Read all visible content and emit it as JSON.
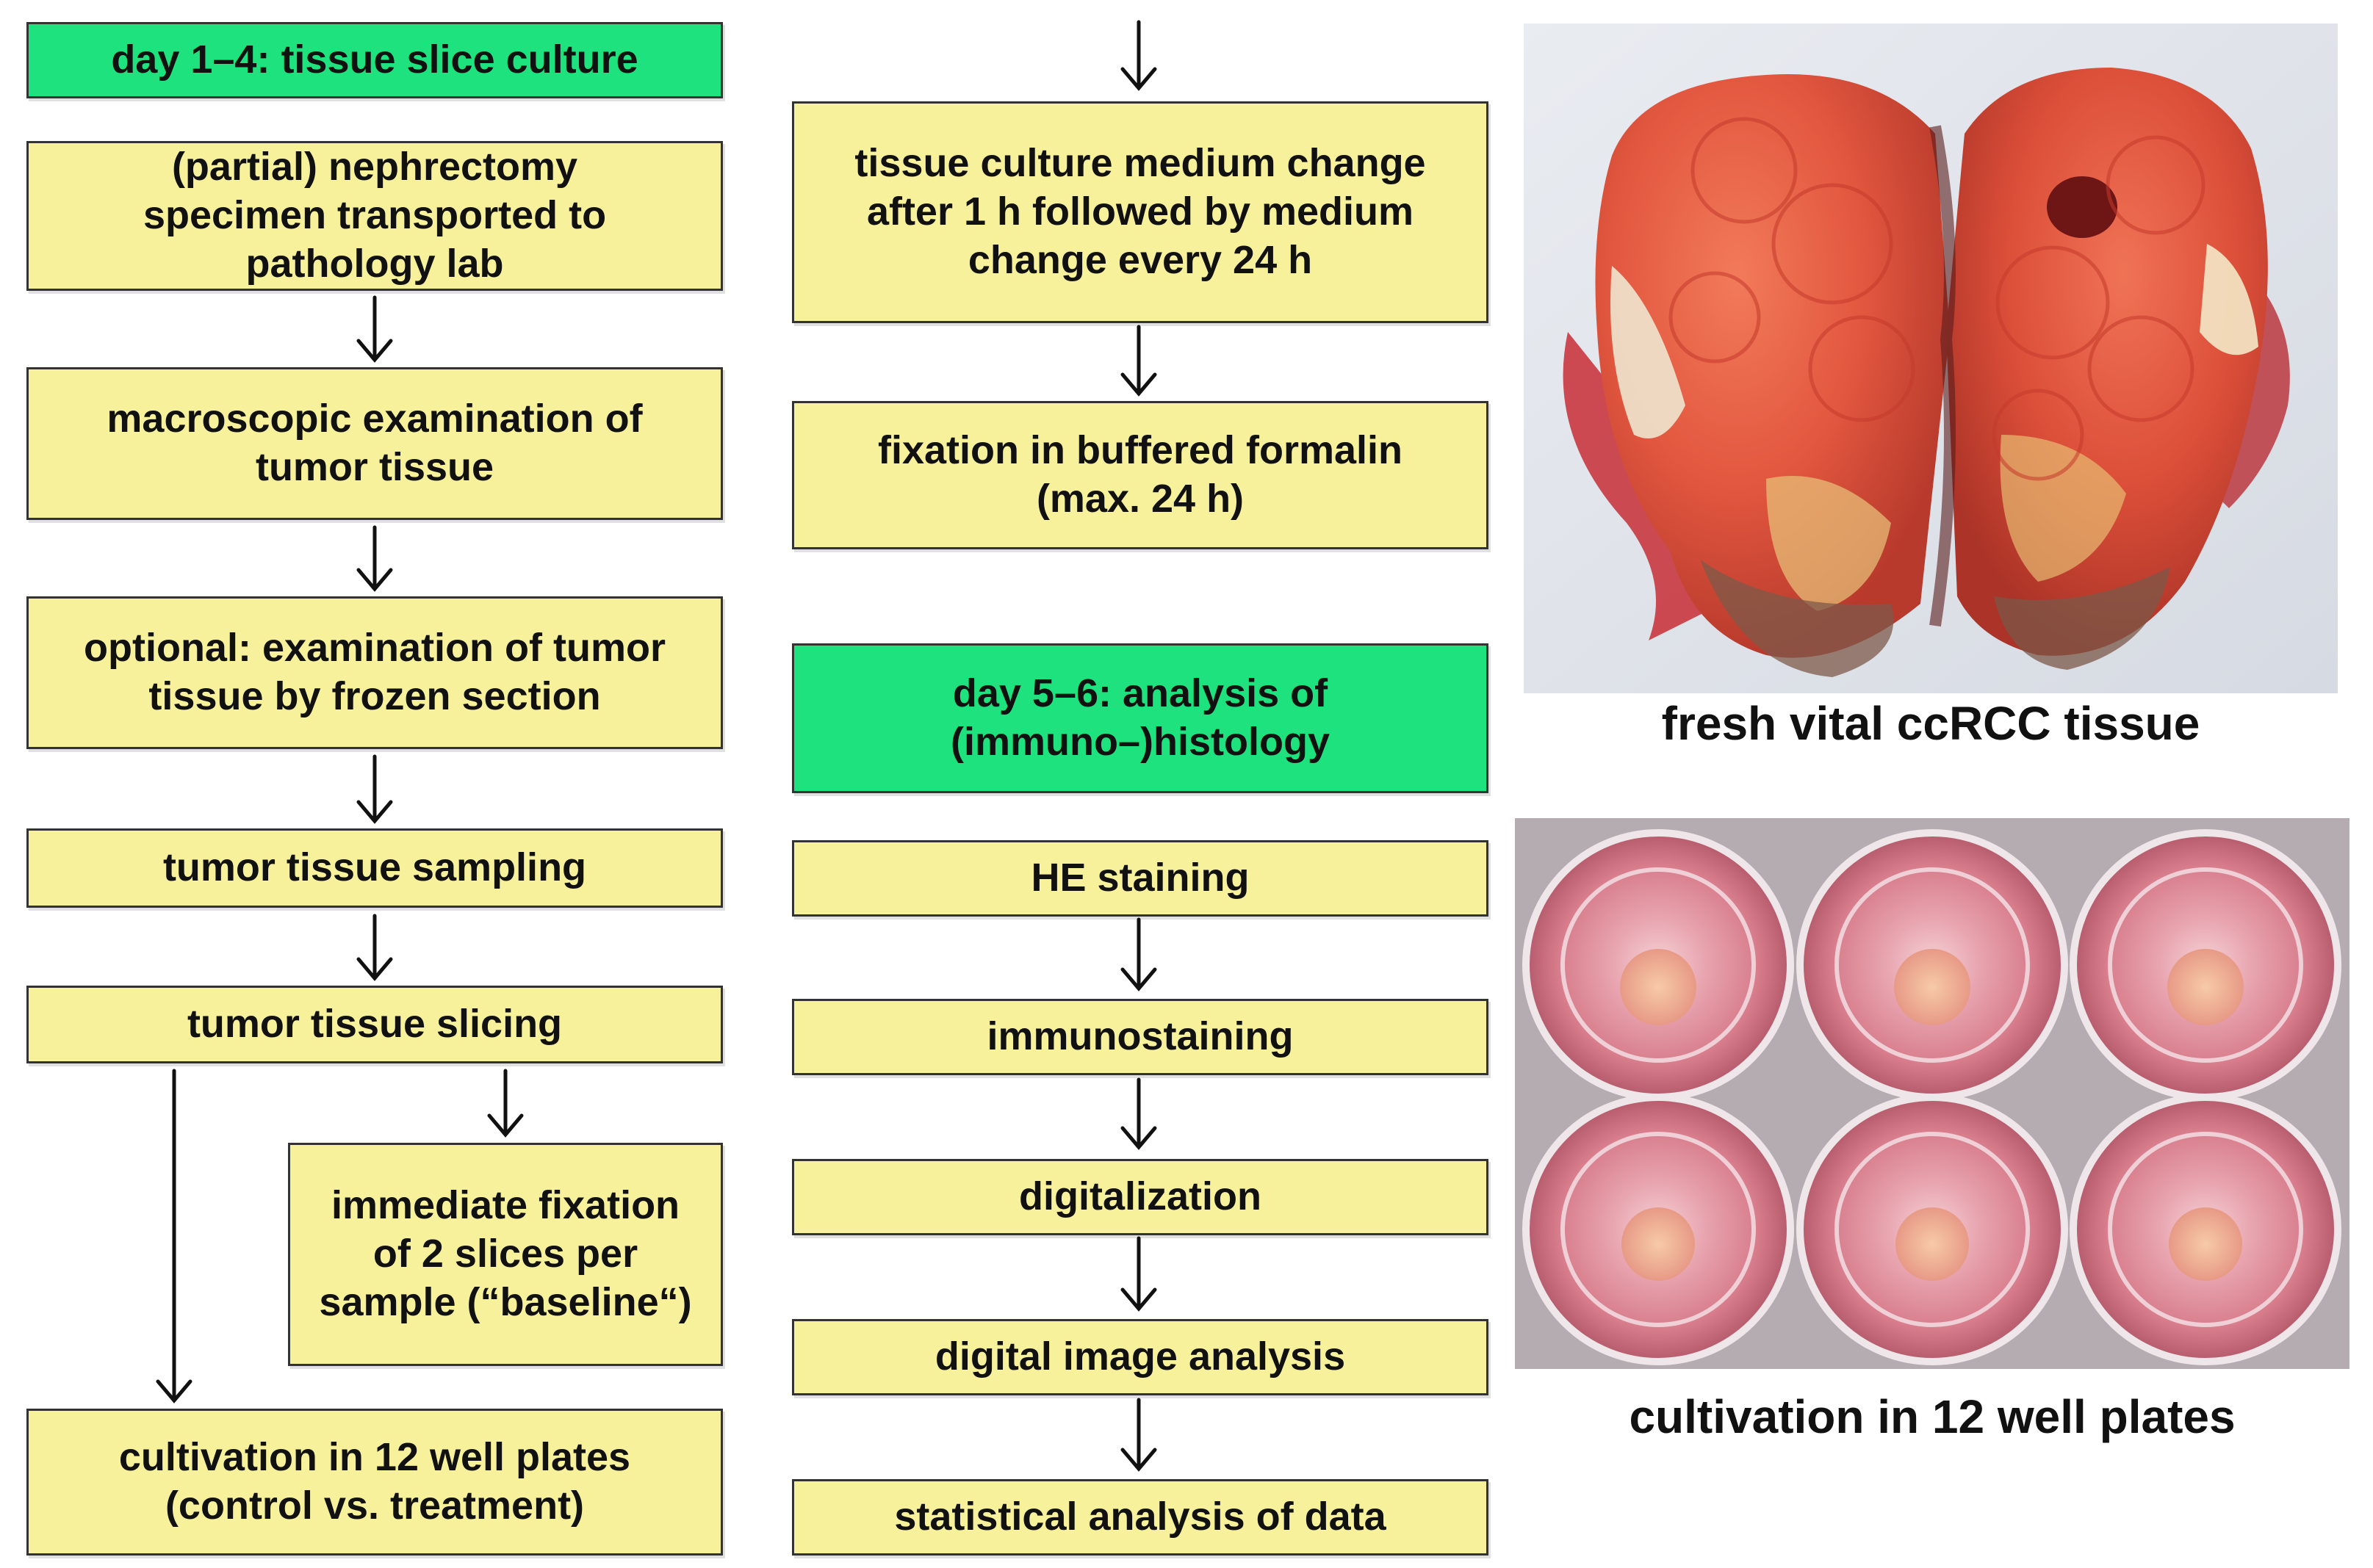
{
  "left_column": {
    "header": "day 1–4: tissue slice culture",
    "steps": [
      "(partial) nephrectomy specimen transported to pathology lab",
      "macroscopic examination of tumor tissue",
      "optional: examination of tumor tissue by frozen section",
      "tumor tissue sampling",
      "tumor tissue slicing"
    ],
    "branch_fixation": "immediate fixation of 2 slices per sample (“baseline“)",
    "cultivation": "cultivation in 12 well plates (control vs. treatment)"
  },
  "middle_column": {
    "medium_change": "tissue culture medium change after 1 h followed by medium change every 24 h",
    "fixation": "fixation in buffered formalin (max. 24 h)",
    "header": "day 5–6: analysis of (immuno–)histology",
    "steps": [
      "HE staining",
      "immunostaining",
      "digitalization",
      "digital image analysis",
      "statistical analysis of data"
    ]
  },
  "photos": {
    "top_caption": "fresh vital ccRCC tissue",
    "bottom_caption": "cultivation in 12 well plates"
  },
  "colors": {
    "step_fill": "#f8f19c",
    "header_fill": "#1de27d",
    "border": "#333333"
  }
}
